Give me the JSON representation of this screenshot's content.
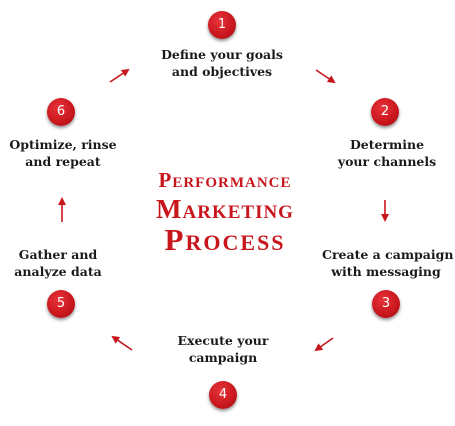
{
  "title": {
    "line1": "Performance",
    "line2": "Marketing",
    "line3": "Process"
  },
  "steps": [
    {
      "number": "1",
      "line1": "Define your goals",
      "line2": "and objectives"
    },
    {
      "number": "2",
      "line1": "Determine",
      "line2": "your channels"
    },
    {
      "number": "3",
      "line1": "Create a campaign",
      "line2": "with messaging"
    },
    {
      "number": "4",
      "line1": "Execute your",
      "line2": "campaign"
    },
    {
      "number": "5",
      "line1": "Gather and",
      "line2": "analyze data"
    },
    {
      "number": "6",
      "line1": "Optimize, rinse",
      "line2": "and repeat"
    }
  ],
  "colors": {
    "accent": "#c8161d",
    "text": "#1a1a1a"
  }
}
